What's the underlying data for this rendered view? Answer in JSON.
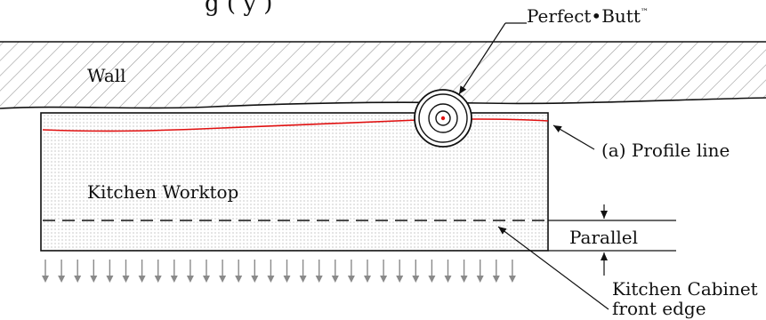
{
  "title_partial": "g   (    y       )",
  "labels": {
    "brand": "Perfect•Butt",
    "trademark": "™",
    "wall": "Wall",
    "worktop": "Kitchen Worktop",
    "profile_line": "(a) Profile line",
    "parallel": "Parallel",
    "cabinet_line1": "Kitchen Cabinet",
    "cabinet_line2": "front edge"
  },
  "colors": {
    "profile_line": "#e01010",
    "outline": "#111111",
    "arrow": "#8a8a8a",
    "hatch": "#9a9a9a",
    "dots": "#d2d2d2",
    "tool_center": "#e01010"
  },
  "icons": {
    "tool": "perfect-butt-tool-icon",
    "down_arrows": "down-arrow-icon"
  }
}
